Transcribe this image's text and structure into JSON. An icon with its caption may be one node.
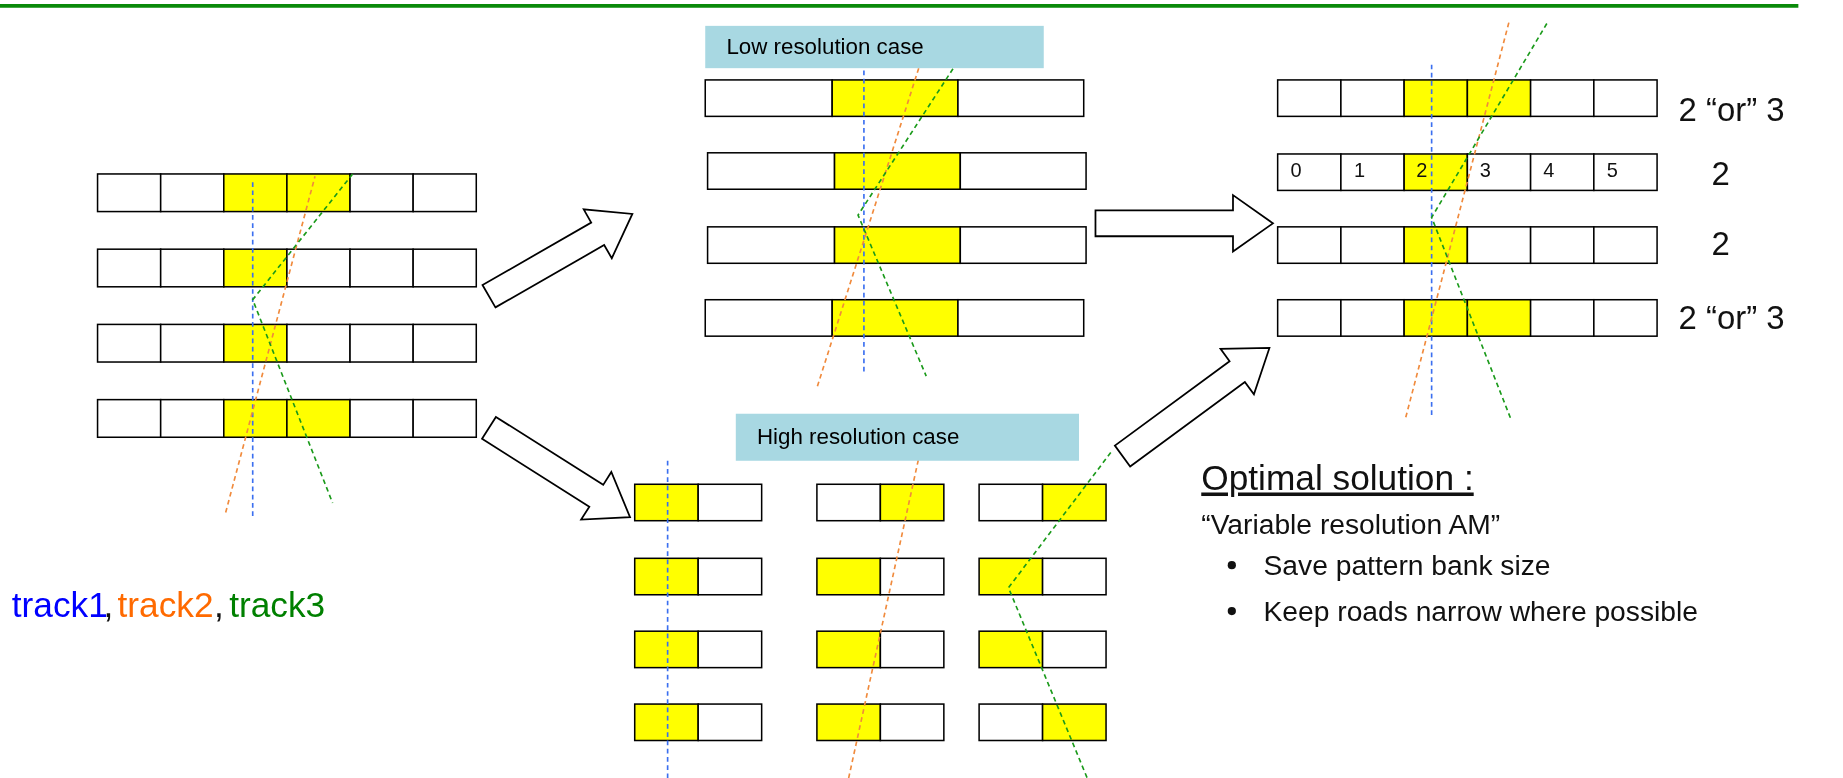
{
  "diagram": {
    "nodes": [
      {
        "text": [],
        "shape": "picture"
      },
      {
        "text": [
          "Low resolution case"
        ]
      },
      {
        "text": [
          "High resolution case"
        ]
      },
      {
        "text": [],
        "shape": "picture"
      }
    ],
    "edges": [
      {
        "from": 0,
        "to": 1,
        "arrow": "to"
      },
      {
        "from": 0,
        "to": 2,
        "arrow": "to"
      },
      {
        "from": 1,
        "to": 3,
        "arrow": "to"
      },
      {
        "from": 2,
        "to": 3,
        "arrow": "to"
      }
    ],
    "labels": [
      "2 “or” 3",
      "0",
      "1",
      "2",
      "3",
      "4",
      "5",
      "2",
      "2",
      "2 “or” 3",
      ",",
      ",",
      "Optimal solution :",
      "“Variable resolution AM”",
      "Save pattern bank size",
      "Keep roads narrow where possible"
    ],
    "legend": [
      {
        "text": "track1",
        "color": "#0000ff"
      },
      {
        "text": "track2",
        "color": "#ff6a00"
      },
      {
        "text": "track3",
        "color": "#008000"
      }
    ]
  }
}
